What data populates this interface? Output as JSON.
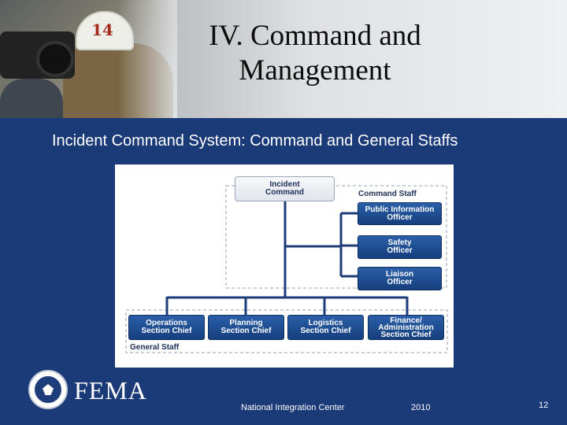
{
  "slide": {
    "title_line1": "IV. Command and",
    "title_line2": "Management",
    "subtitle": "Incident Command System: Command and General Staffs"
  },
  "org_chart": {
    "incident_command": {
      "line1": "Incident",
      "line2": "Command"
    },
    "command_staff_label": "Command Staff",
    "command_staff": [
      {
        "line1": "Public Information",
        "line2": "Officer"
      },
      {
        "line1": "Safety",
        "line2": "Officer"
      },
      {
        "line1": "Liaison",
        "line2": "Officer"
      }
    ],
    "general_staff_label": "General Staff",
    "general_staff": [
      {
        "line1": "Operations",
        "line2": "Section Chief",
        "line3": ""
      },
      {
        "line1": "Planning",
        "line2": "Section Chief",
        "line3": ""
      },
      {
        "line1": "Logistics",
        "line2": "Section Chief",
        "line3": ""
      },
      {
        "line1": "Finance/",
        "line2": "Administration",
        "line3": "Section Chief"
      }
    ]
  },
  "footer": {
    "brand": "FEMA",
    "center_text": "National Integration Center",
    "year": "2010",
    "page_number": "12"
  },
  "colors": {
    "slide_background": "#1b3a78",
    "box_blue": "#1f4f93",
    "connector": "#1c3d79"
  }
}
